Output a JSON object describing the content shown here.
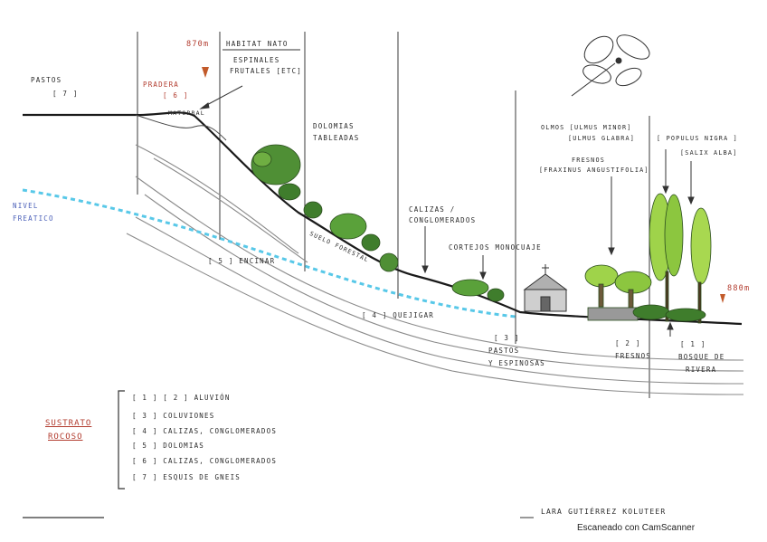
{
  "labels": {
    "pastos7": "PASTOS",
    "pastos7_num": "[ 7 ]",
    "pradera6": "PRADERA",
    "pradera6_num": "[ 6 ]",
    "alt_top": "870m",
    "habitat_title": "HABITAT NATO",
    "espinales": "ESPINALES",
    "frutales": "FRUTALES [ETC]",
    "matorral": "MATORRAL",
    "dolomias_tableadas_1": "DOLOMIAS",
    "dolomias_tableadas_2": "TABLEADAS",
    "nivel_freatico_1": "NIVEL",
    "nivel_freatico_2": "FREATICO",
    "encinar": "[ 5 ]  ENCINAR",
    "suelo_forestal": "SUELO FORESTAL",
    "calizas_1": "CALIZAS /",
    "calizas_2": "CONGLOMERADOS",
    "cortejos": "CORTEJOS  MONOCUAJE",
    "quejigar": "[ 4 ]  QUEJIGAR",
    "pastos3": "[ 3 ]",
    "pastos3_2": "PASTOS",
    "pastos3_3": "Y ESPINOSAS",
    "olmos_1": "OLMOS [ULMUS MINOR]",
    "olmos_2": "[ULMUS GLABRA]",
    "fresnos_1": "FRESNOS",
    "fresnos_2": "[FRAXINUS ANGUSTIFOLIA]",
    "populus_1": "[ POPULUS NIGRA ]",
    "populus_2": "[SALIX ALBA]",
    "fresnos_num": "[ 2 ]",
    "fresnos_name": "FRESNOS",
    "bosque_num": "[ 1 ]",
    "bosque_1": "BOSQUE DE",
    "bosque_2": "RIVERA",
    "alt_right": "880m"
  },
  "legend": {
    "title_1": "SUSTRATO",
    "title_2": "ROCOSO",
    "items": [
      "[ 1 ]  [ 2 ]  ALUVIÓN",
      "[ 3 ]  COLUVIONES",
      "[ 4 ]  CALIZAS, CONGLOMERADOS",
      "[ 5 ]  DOLOMIAS",
      "[ 6 ]  CALIZAS, CONGLOMERADOS",
      "[ 7 ]  ESQUIS DE GNEIS"
    ]
  },
  "footer": {
    "author": "LARA GUTIÉRREZ KOLUTEER",
    "scanner": "Escaneado con CamScanner"
  },
  "colors": {
    "ink": "#1a1a1a",
    "tree_dark": "#3f7d2c",
    "tree_light": "#9fd34a",
    "water": "#58c8e8",
    "label_red": "#b23b2e",
    "label_blue": "#4a5fb8"
  }
}
